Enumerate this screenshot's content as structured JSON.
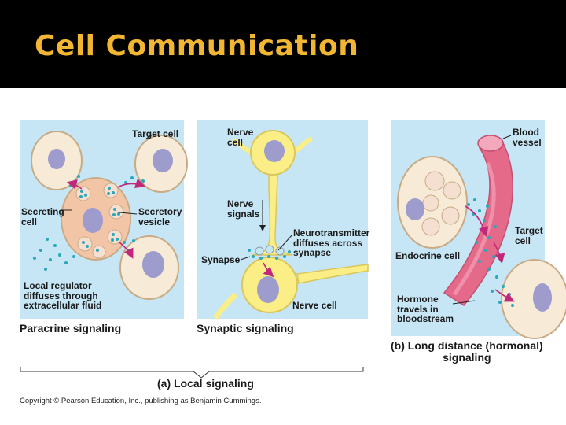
{
  "slide": {
    "title": "Cell Communication"
  },
  "figure": {
    "paracrine": {
      "target_cell": "Target cell",
      "secreting_cell": "Secreting\ncell",
      "secretory_vesicle": "Secretory\nvesicle",
      "local_regulator": "Local regulator\ndiffuses through\nextracellular fluid",
      "caption": "Paracrine signaling"
    },
    "synaptic": {
      "nerve_cell_top": "Nerve\ncell",
      "nerve_signals": "Nerve\nsignals",
      "neurotransmitter": "Neurotransmitter\ndiffuses across\nsynapse",
      "synapse": "Synapse",
      "nerve_cell_bottom": "Nerve cell",
      "caption": "Synaptic signaling"
    },
    "local_caption": "(a) Local signaling",
    "hormonal": {
      "blood_vessel": "Blood\nvessel",
      "target_cell": "Target\ncell",
      "endocrine_cell": "Endocrine cell",
      "hormone": "Hormone\ntravels in\nbloodstream",
      "caption": "(b) Long distance (hormonal)\nsignaling"
    },
    "copyright": "Copyright © Pearson Education, Inc., publishing as Benjamin Cummings.",
    "colors": {
      "panel_bg": "#c6e6f5",
      "cell_fill": "#f7ebd7",
      "cell_stroke": "#c8ab86",
      "nucleus": "#9d9ccc",
      "secreting_cell": "#f2c5a6",
      "nerve_yellow": "#fbee86",
      "dots": "#2aa7b8",
      "arrow": "#c2287a",
      "vessel": "#e56a8a",
      "title": "#f2b632"
    }
  }
}
